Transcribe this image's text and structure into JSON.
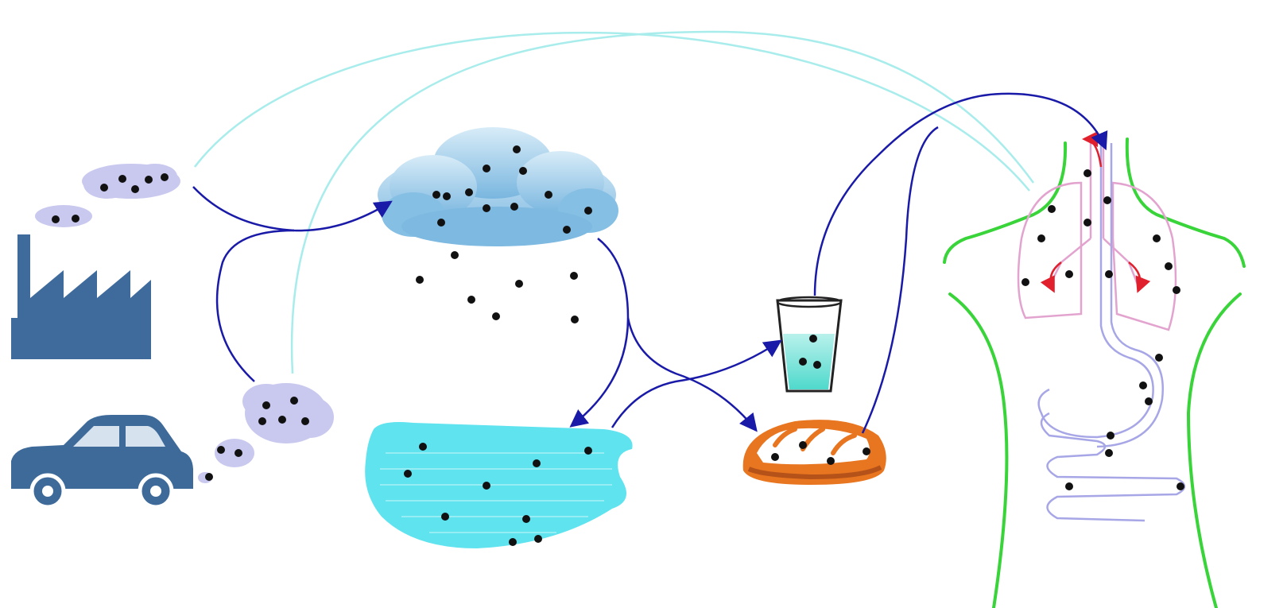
{
  "colors": {
    "background": "#ffffff",
    "factory": "#3f6b9c",
    "car": "#3e6a9a",
    "car_window": "#d6e2ee",
    "smoke": "#c9c8ef",
    "cloud_light": "#d3e9f6",
    "cloud_dark": "#7db9e0",
    "water_body": "#5fe3ef",
    "water_stripe": "#a8f1f6",
    "cup_water": "#6fe4d8",
    "bread": "#e8751f",
    "bread_crust": "#b4521a",
    "body_outline": "#39d43a",
    "lungs": "#e3a3cf",
    "gut": "#a7a6e6",
    "arrow_main": "#1a1aa8",
    "arrow_faint": "#a8ecec",
    "arrow_red": "#e0202c",
    "particle": "#111111"
  },
  "nodes": [
    {
      "id": "factory",
      "icon": "factory-icon"
    },
    {
      "id": "car",
      "icon": "car-icon"
    },
    {
      "id": "factory_smoke",
      "icon": "smoke-cloud-icon"
    },
    {
      "id": "car_exhaust",
      "icon": "exhaust-cloud-icon"
    },
    {
      "id": "atmosphere",
      "icon": "rain-cloud-icon"
    },
    {
      "id": "water",
      "icon": "water-pond-icon"
    },
    {
      "id": "drinking_water",
      "icon": "glass-of-water-icon"
    },
    {
      "id": "food",
      "icon": "bread-icon"
    },
    {
      "id": "human_body",
      "icon": "human-torso-icon"
    }
  ],
  "edges": [
    {
      "from": "factory_smoke",
      "to": "atmosphere"
    },
    {
      "from": "car_exhaust",
      "to": "atmosphere"
    },
    {
      "from": "factory_smoke",
      "to": "human_body",
      "style": "faint"
    },
    {
      "from": "car_exhaust",
      "to": "human_body",
      "style": "faint"
    },
    {
      "from": "atmosphere",
      "to": "water"
    },
    {
      "from": "atmosphere",
      "to": "food"
    },
    {
      "from": "water",
      "to": "drinking_water"
    },
    {
      "from": "drinking_water",
      "to": "human_body"
    },
    {
      "from": "food",
      "to": "human_body"
    }
  ]
}
